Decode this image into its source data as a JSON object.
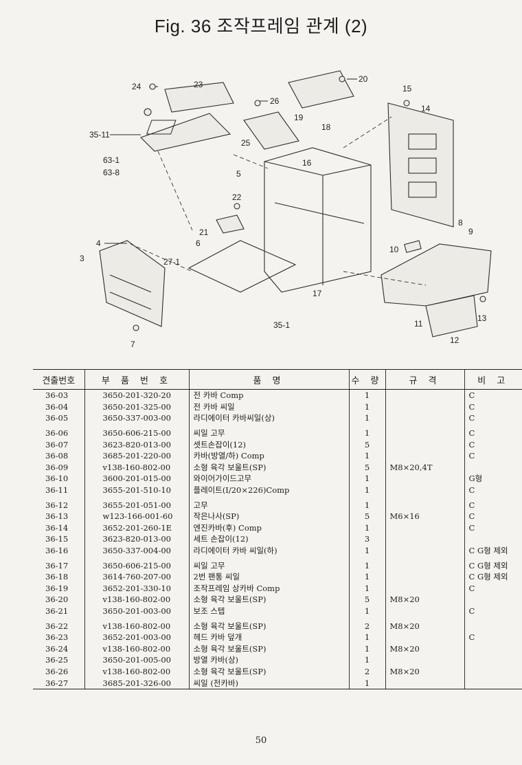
{
  "title": "Fig. 36  조작프레임 관계 (2)",
  "diagram_labels": [
    "24",
    "23",
    "20",
    "15",
    "14",
    "26",
    "19",
    "18",
    "35-11",
    "25",
    "16",
    "63-1",
    "63-8",
    "5",
    "22",
    "8",
    "9",
    "21",
    "4",
    "6",
    "10",
    "3",
    "27-1",
    "17",
    "35-1",
    "11",
    "13",
    "7",
    "12"
  ],
  "table": {
    "headers": [
      "견출번호",
      "부 품 번 호",
      "품 명",
      "수 량",
      "규 격",
      "비 고"
    ],
    "rows": [
      {
        "no": "36-03",
        "part": "3650-201-320-20",
        "name": "전 카바 Comp",
        "qty": "1",
        "spec": "",
        "note": "C"
      },
      {
        "no": "36-04",
        "part": "3650-201-325-00",
        "name": "전 카바 씨일",
        "qty": "1",
        "spec": "",
        "note": "C"
      },
      {
        "no": "36-05",
        "part": "3650-337-003-00",
        "name": "라디에이터 카바씨일(상)",
        "qty": "1",
        "spec": "",
        "note": "C"
      },
      {
        "no": "36-06",
        "part": "3650-606-215-00",
        "name": "씨일 고무",
        "qty": "1",
        "spec": "",
        "note": "C",
        "gap": true
      },
      {
        "no": "36-07",
        "part": "3623-820-013-00",
        "name": "셋트손잡이(12)",
        "qty": "5",
        "spec": "",
        "note": "C"
      },
      {
        "no": "36-08",
        "part": "3685-201-220-00",
        "name": "카바(방열/하) Comp",
        "qty": "1",
        "spec": "",
        "note": "C"
      },
      {
        "no": "36-09",
        "part": "v138-160-802-00",
        "name": "소형 육각 보울트(SP)",
        "qty": "5",
        "spec": "M8×20,4T",
        "note": ""
      },
      {
        "no": "36-10",
        "part": "3600-201-015-00",
        "name": "와이어가이드고무",
        "qty": "1",
        "spec": "",
        "note": "G형"
      },
      {
        "no": "36-11",
        "part": "3655-201-510-10",
        "name": "플레이트(I/20×226)Comp",
        "qty": "1",
        "spec": "",
        "note": "C"
      },
      {
        "no": "36-12",
        "part": "3655-201-051-00",
        "name": "고무",
        "qty": "1",
        "spec": "",
        "note": "C",
        "gap": true
      },
      {
        "no": "36-13",
        "part": "w123-166-001-60",
        "name": "작은나사(SP)",
        "qty": "5",
        "spec": "M6×16",
        "note": "C"
      },
      {
        "no": "36-14",
        "part": "3652-201-260-1E",
        "name": "엔진카바(후) Comp",
        "qty": "1",
        "spec": "",
        "note": "C"
      },
      {
        "no": "36-15",
        "part": "3623-820-013-00",
        "name": "세트 손잡이(12)",
        "qty": "3",
        "spec": "",
        "note": ""
      },
      {
        "no": "36-16",
        "part": "3650-337-004-00",
        "name": "라디에이터 카바 씨일(하)",
        "qty": "1",
        "spec": "",
        "note": "C G형 제외"
      },
      {
        "no": "36-17",
        "part": "3650-606-215-00",
        "name": "씨일 고무",
        "qty": "1",
        "spec": "",
        "note": "C G형 제외",
        "gap": true
      },
      {
        "no": "36-18",
        "part": "3614-760-207-00",
        "name": "2번 팬통 씨일",
        "qty": "1",
        "spec": "",
        "note": "C G형 제외"
      },
      {
        "no": "36-19",
        "part": "3652-201-330-10",
        "name": "조작프레임 상카바 Comp",
        "qty": "1",
        "spec": "",
        "note": "C"
      },
      {
        "no": "36-20",
        "part": "v138-160-802-00",
        "name": "소형 육각 보울트(SP)",
        "qty": "5",
        "spec": "M8×20",
        "note": ""
      },
      {
        "no": "36-21",
        "part": "3650-201-003-00",
        "name": "보조 스텝",
        "qty": "1",
        "spec": "",
        "note": "C"
      },
      {
        "no": "36-22",
        "part": "v138-160-802-00",
        "name": "소형 육각 보울트(SP)",
        "qty": "2",
        "spec": "M8×20",
        "note": "",
        "gap": true
      },
      {
        "no": "36-23",
        "part": "3652-201-003-00",
        "name": "헤드 카바 덮개",
        "qty": "1",
        "spec": "",
        "note": "C"
      },
      {
        "no": "36-24",
        "part": "v138-160-802-00",
        "name": "소형 육각 보울트(SP)",
        "qty": "1",
        "spec": "M8×20",
        "note": ""
      },
      {
        "no": "36-25",
        "part": "3650-201-005-00",
        "name": "방열 카바(상)",
        "qty": "1",
        "spec": "",
        "note": ""
      },
      {
        "no": "36-26",
        "part": "v138-160-802-00",
        "name": "소형 육각 보울트(SP)",
        "qty": "2",
        "spec": "M8×20",
        "note": ""
      },
      {
        "no": "36-27",
        "part": "3685-201-326-00",
        "name": "씨일 (전카바)",
        "qty": "1",
        "spec": "",
        "note": ""
      }
    ]
  },
  "page_number": "50"
}
